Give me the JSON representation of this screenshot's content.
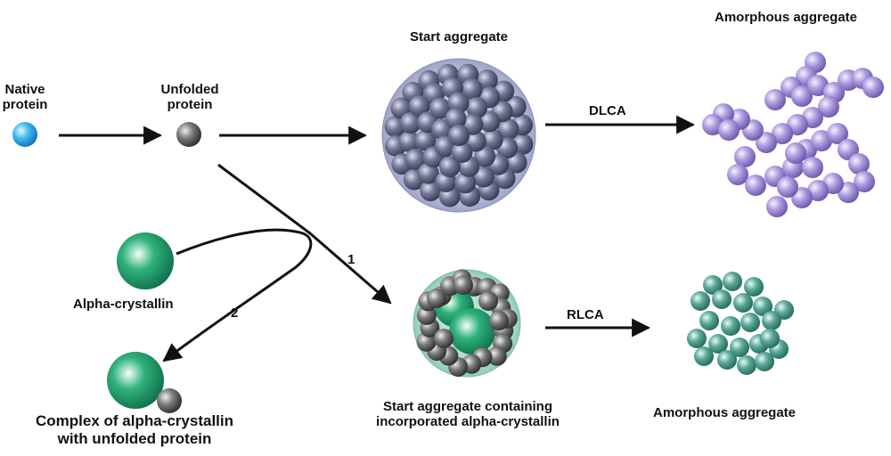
{
  "labels": {
    "native_protein": [
      "Native",
      "protein"
    ],
    "unfolded_protein": [
      "Unfolded",
      "protein"
    ],
    "start_aggregate": "Start aggregate",
    "amorphous_aggregate_top": "Amorphous aggregate",
    "dlca": "DLCA",
    "path_1": "1",
    "path_2": "2",
    "alpha_crystallin": "Alpha-crystallin",
    "rlca": "RLCA",
    "complex": [
      "Complex of alpha-crystallin",
      "with unfolded protein"
    ],
    "start_aggregate_alpha": [
      "Start aggregate containing",
      "incorporated alpha-crystallin"
    ],
    "amorphous_aggregate_bottom": "Amorphous aggregate"
  },
  "colors": {
    "native": "#2aa9e6",
    "unfolded": "#6b6b6b",
    "aggregate_sphere": "#6f7595",
    "aggregate_halo": "#b8bcd8",
    "amorphous_top": "#a896d6",
    "alpha_crystallin": "#1fa070",
    "amorphous_bottom": "#4f9e90",
    "arrow": "#111111"
  }
}
